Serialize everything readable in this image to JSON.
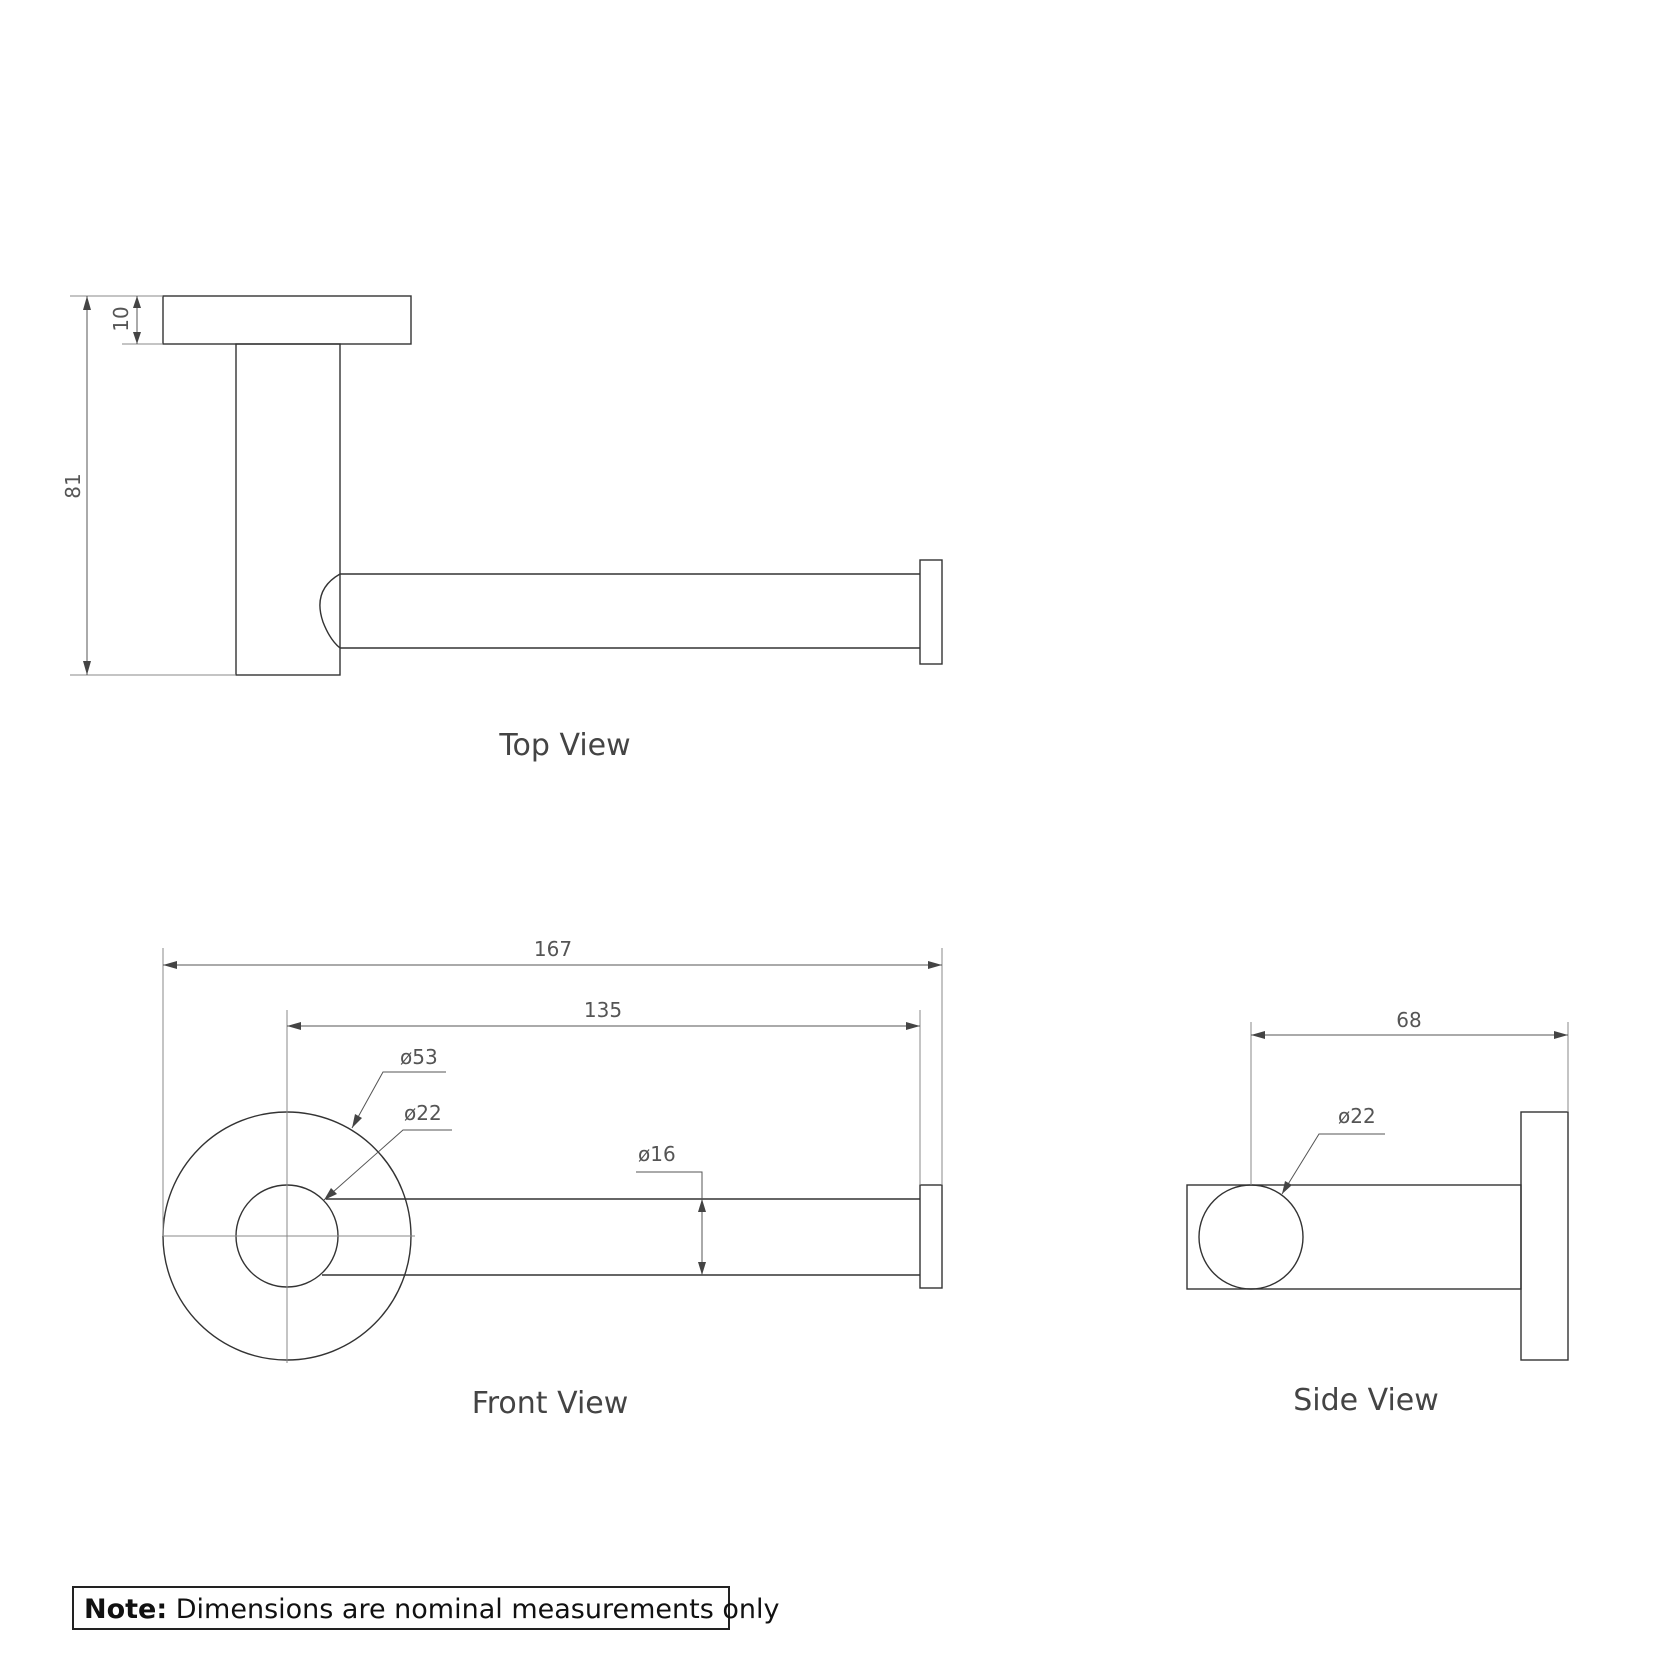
{
  "views": {
    "top": {
      "label": "Top View",
      "dims": {
        "overall_depth": "81",
        "plate_thickness": "10"
      }
    },
    "front": {
      "label": "Front View",
      "dims": {
        "overall_length": "167",
        "arm_length": "135",
        "plate_diameter": "ø53",
        "hub_diameter": "ø22",
        "bar_diameter": "ø16"
      }
    },
    "side": {
      "label": "Side View",
      "dims": {
        "projection": "68",
        "hub_diameter": "ø22"
      }
    }
  },
  "note": {
    "label": "Note:",
    "text": " Dimensions are nominal measurements only"
  }
}
